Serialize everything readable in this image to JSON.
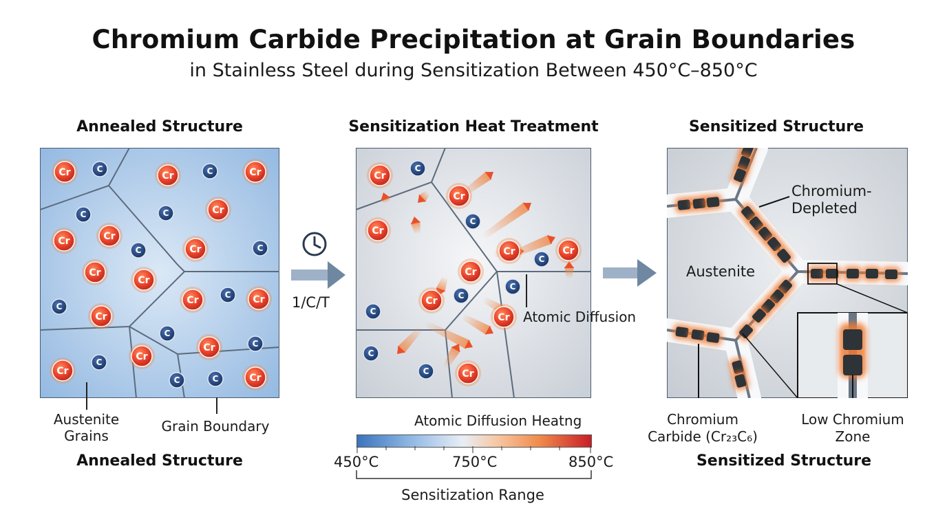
{
  "title": "Chromium Carbide Precipitation at Grain Boundaries",
  "subtitle": "in  Stainless Steel during Sensitization Between 450°C–850°C",
  "panels": {
    "left": {
      "title": "Annealed Structure",
      "label_grains": "Austenite Grains",
      "label_boundary": "Grain Boundary",
      "footer": "Annealed Structure"
    },
    "middle": {
      "title": "Sensitization Heat Treatment",
      "label_diffusion": "Atomic Diffusion",
      "colorbar_title": "Atomic Diffusion Heatng",
      "tick_low": "450°C",
      "tick_mid": "750°C",
      "tick_high": "850°C",
      "range_label": "Sensitization Range"
    },
    "right": {
      "title": "Sensitized Structure",
      "label_depleted_line1": "Chromium-",
      "label_depleted_line2": "Depleted",
      "label_austenite": "Austenite",
      "label_carbide_line1": "Chromium",
      "label_carbide_line2": "Carbide (Cr₂₃C₆)",
      "label_lowcr_line1": "Low Chromium",
      "label_lowcr_line2": "Zone",
      "footer": "Sensitized Structure"
    }
  },
  "arrow_label": "1/C/T",
  "atoms": {
    "chromium": "Cr",
    "carbon": "C"
  },
  "colors": {
    "chromium": "#e8402a",
    "carbon": "#1c3f7a",
    "carbide": "#2e3338",
    "carbide_glow": "#f07a30",
    "annealed_bg": "#a9c8e8",
    "heat_bg": "#e3e6ea",
    "sensitized_bg": "#d9dde2"
  },
  "icons": [
    "clock-icon",
    "right-arrow-icon"
  ]
}
